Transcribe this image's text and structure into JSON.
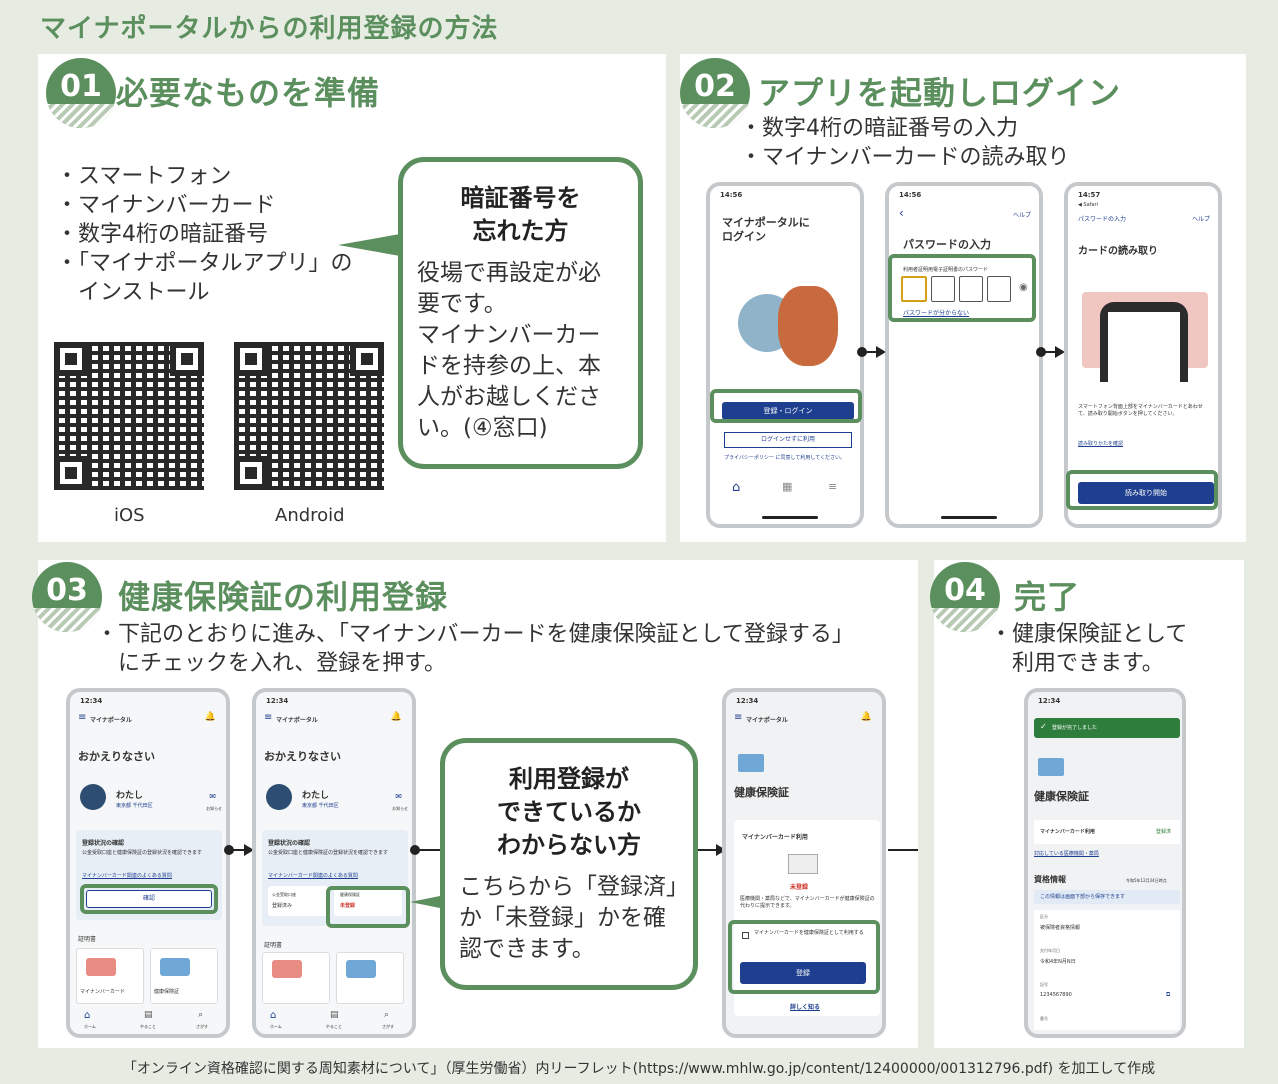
{
  "page_title": "マイナポータルからの利用登録の方法",
  "step1": {
    "num": "01",
    "title": "必要なものを準備",
    "items": [
      "・スマートフォン",
      "・マイナンバーカード",
      "・数字4桁の暗証番号",
      "・「マイナポータルアプリ」の",
      "　インストール"
    ],
    "qr_ios_label": "iOS",
    "qr_android_label": "Android",
    "bubble_title_1": "暗証番号を",
    "bubble_title_2": "忘れた方",
    "bubble_body": [
      "役場で再設定が必",
      "要です。",
      "マイナンバーカー",
      "ドを持参の上、本",
      "人がお越しくださ",
      "い。(④窓口)"
    ]
  },
  "step2": {
    "num": "02",
    "title": "アプリを起動しログイン",
    "items": [
      "・数字4桁の暗証番号の入力",
      "・マイナンバーカードの読み取り"
    ],
    "phone1": {
      "time": "14:56",
      "heading_1": "マイナポータルに",
      "heading_2": "ログイン",
      "login_btn": "登録・ログイン",
      "nologin_btn": "ログインせずに利用",
      "privacy": "プライバシーポリシー に同意して利用してください。",
      "nav": [
        "ホーム",
        "",
        "メニュー"
      ]
    },
    "phone2": {
      "time": "14:56",
      "help": "ヘルプ",
      "heading": "パスワードの入力",
      "field_label": "利用者証明用電子証明書のパスワード",
      "forgot": "パスワードが分からない"
    },
    "phone3": {
      "time": "14:57",
      "safari": "◀ Safari",
      "back": "パスワードの入力",
      "help": "ヘルプ",
      "heading": "カードの読み取り",
      "desc": "スマートフォン背面上部をマイナンバーカードとあわせて、読み取り開始ボタンを押してください。",
      "howto": "読み取りかたを確認",
      "start_btn": "読み取り開始"
    }
  },
  "step3": {
    "num": "03",
    "title": "健康保険証の利用登録",
    "items": [
      "・下記のとおりに進み、「マイナンバーカードを健康保険証として登録する」",
      "　にチェックを入れ、登録を押す。"
    ],
    "phoneA": {
      "time": "12:34",
      "app": "マイナポータル",
      "greeting": "おかえりなさい",
      "name": "わたし",
      "addr": "東京都 千代田区",
      "notice": "お知らせ",
      "status_title": "登録状況の確認",
      "status_desc": "公金受取口座と健康保険証の登録状況を確認できます",
      "faq": "マイナンバーカード関連のよくある質問",
      "confirm_btn": "確認",
      "cert": "証明書",
      "card1": "マイナンバーカード",
      "card2": "健康保険証",
      "nav": [
        "ホーム",
        "やること",
        "さがす"
      ]
    },
    "phoneB": {
      "time": "12:34",
      "app": "マイナポータル",
      "greeting": "おかえりなさい",
      "name": "わたし",
      "addr": "東京都 千代田区",
      "notice": "お知らせ",
      "status_title": "登録状況の確認",
      "status_desc": "公金受取口座と健康保険証の登録状況を確認できます",
      "faq": "マイナンバーカード関連のよくある質問",
      "cell1_label": "公金受取口座",
      "cell1_value": "登録済み",
      "cell2_label": "健康保険証",
      "cell2_value": "未登録",
      "cert": "証明書",
      "card1": "マイナンバーカード",
      "card2": "健康保険証",
      "nav": [
        "ホーム",
        "やること",
        "さがす"
      ]
    },
    "bubble_title": [
      "利用登録が",
      "できているか",
      "わからない方"
    ],
    "bubble_body": [
      "こちらから「登録済」",
      "か「未登録」かを確",
      "認できます。"
    ],
    "phoneC": {
      "time": "12:34",
      "app": "マイナポータル",
      "heading": "健康保険証",
      "card_title": "マイナンバーカード利用",
      "unreg": "未登録",
      "desc": "医療機関・薬局などで、マイナンバーカードが健康保険証の代わりに提示できます。",
      "check_label": "マイナンバーカードを健康保険証として利用する",
      "register_btn": "登録",
      "more": "詳しく知る"
    }
  },
  "step4": {
    "num": "04",
    "title": "完了",
    "items": [
      "・健康保険証として",
      "　利用できます。"
    ],
    "phoneD": {
      "time": "12:34",
      "done": "登録が完了しました",
      "heading": "健康保険証",
      "row_label": "マイナンバーカード利用",
      "row_value": "登録済",
      "link": "対応している医療機関・薬局",
      "info_title": "資格情報",
      "info_date": "令和5年12月24日時点",
      "info_note": "この情報は画面下部から保存できます",
      "f1_label": "区分",
      "f1_value": "被保険者資格情報",
      "f2_label": "交付年月日",
      "f2_value": "令和4年N月N日",
      "f3_label": "記号",
      "f3_value": "1234567890",
      "f4_label": "番号"
    }
  },
  "footer": "「オンライン資格確認に関する周知素材について」（厚生労働省）内リーフレット(https://www.mhlw.go.jp/content/12400000/001312796.pdf) を加工して作成",
  "colors": {
    "accent": "#5b8f5e",
    "bg": "#e7ece3",
    "button": "#1e3f8f",
    "alert": "#d0342c"
  }
}
